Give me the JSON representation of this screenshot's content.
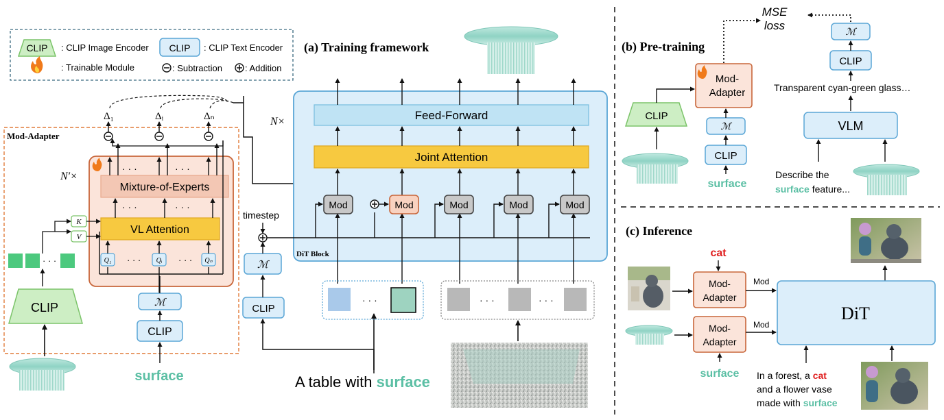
{
  "legend": {
    "clip_label": "CLIP",
    "image_encoder_desc": ": CLIP Image Encoder",
    "text_encoder_desc": ": CLIP Text Encoder",
    "trainable_desc": ": Trainable Module",
    "subtraction_desc": ": Subtraction",
    "addition_desc": ": Addition"
  },
  "panel_a": {
    "title": "(a) Training framework",
    "mod_adapter_title": "Mod-Adapter",
    "n_prime": "N′×",
    "moe_label": "Mixture-of-Experts",
    "vl_attention_label": "VL Attention",
    "k_label": "K",
    "v_label": "V",
    "q1": "Q₁",
    "qi": "Qᵢ",
    "qn": "Qₙ",
    "dots": "· · ·",
    "delta1": "Δ₁",
    "deltai": "Δᵢ",
    "deltan": "Δₙ",
    "clip_label": "CLIP",
    "m_label": "ℳ",
    "surface_word": "surface",
    "timestep": "timestep",
    "n_times": "N×",
    "feed_forward": "Feed-Forward",
    "joint_attention": "Joint Attention",
    "mod_label": "Mod",
    "dit_block": "DiT Block",
    "prompt_prefix": "A table with ",
    "prompt_word": "surface"
  },
  "panel_b": {
    "title": "(b) Pre-training",
    "mse_line1": "MSE",
    "mse_line2": "loss",
    "clip_label": "CLIP",
    "m_label": "ℳ",
    "mod_adapter_line1": "Mod-",
    "mod_adapter_line2": "Adapter",
    "surface_word": "surface",
    "caption": "Transparent cyan-green glass…",
    "vlm_label": "VLM",
    "describe_line1": "Describe the",
    "describe_word": "surface",
    "describe_rest": " feature..."
  },
  "panel_c": {
    "title": "(c) Inference",
    "cat_word": "cat",
    "mod_adapter_line1": "Mod-",
    "mod_adapter_line2": "Adapter",
    "mod_label": "Mod",
    "surface_word": "surface",
    "dit_label": "DiT",
    "prompt_line1_prefix": "In a forest, a ",
    "prompt_line1_word": "cat",
    "prompt_line2": "and a flower vase",
    "prompt_line3_prefix": "made with ",
    "prompt_line3_word": "surface"
  },
  "colors": {
    "blue_fill": "#dceefa",
    "blue_stroke": "#5aa6d6",
    "green_fill": "#cdeec4",
    "green_stroke": "#7cc46a",
    "orange_fill": "#fbe4da",
    "orange_stroke": "#c8663a",
    "yellow_fill": "#f7c940",
    "teal_text": "#5bbfa4",
    "red_text": "#e02020"
  }
}
